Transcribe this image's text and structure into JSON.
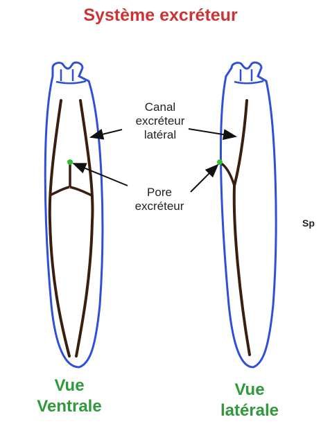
{
  "title": "Système excréteur",
  "labels": {
    "canal_line1": "Canal",
    "canal_line2": "excréteur",
    "canal_line3": "latéral",
    "pore_line1": "Pore",
    "pore_line2": "excréteur"
  },
  "views": {
    "ventral_line1": "Vue",
    "ventral_line2": "Ventrale",
    "lateral_line1": "Vue",
    "lateral_line2": "latérale"
  },
  "edge_text": {
    "right_fragment": "Sp"
  },
  "colors": {
    "title": "#cc3333",
    "view_labels": "#2e9a3a",
    "body_outline": "#2f4fd8",
    "canal": "#3a1e10",
    "pore": "#2fc02f",
    "arrow": "#111111"
  }
}
